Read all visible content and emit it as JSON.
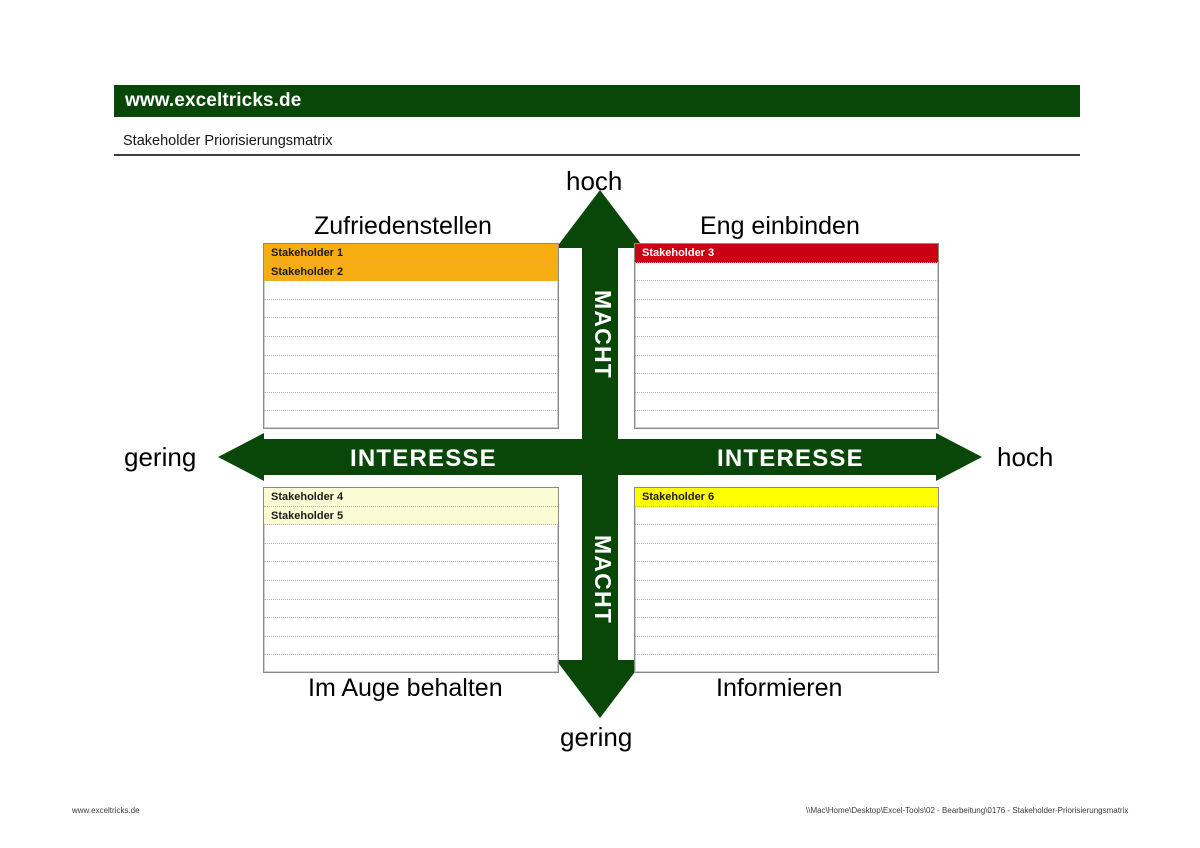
{
  "header": {
    "site": "www.exceltricks.de",
    "subtitle": "Stakeholder Priorisierungsmatrix",
    "bar_color": "#084708"
  },
  "axes": {
    "vertical_label": "MACHT",
    "horizontal_label": "INTERESSE",
    "top_end": "hoch",
    "bottom_end": "gering",
    "left_end": "gering",
    "right_end": "hoch",
    "arrow_color": "#084708"
  },
  "quadrants": [
    {
      "id": "top-left",
      "title": "Zufriedenstellen",
      "power": "hoch",
      "interest": "gering",
      "fill_color": "#f5ad11",
      "rows": [
        "Stakeholder 1",
        "Stakeholder 2",
        "",
        "",
        "",
        "",
        "",
        "",
        "",
        ""
      ],
      "filled_count": 2
    },
    {
      "id": "top-right",
      "title": "Eng einbinden",
      "power": "hoch",
      "interest": "hoch",
      "fill_color": "#c80012",
      "rows": [
        "Stakeholder 3",
        "",
        "",
        "",
        "",
        "",
        "",
        "",
        "",
        ""
      ],
      "filled_count": 1
    },
    {
      "id": "bottom-left",
      "title": "Im Auge behalten",
      "power": "gering",
      "interest": "gering",
      "fill_color": "#fbfbd4",
      "rows": [
        "Stakeholder 4",
        "Stakeholder 5",
        "",
        "",
        "",
        "",
        "",
        "",
        "",
        ""
      ],
      "filled_count": 2
    },
    {
      "id": "bottom-right",
      "title": "Informieren",
      "power": "gering",
      "interest": "hoch",
      "fill_color": "#ffff00",
      "rows": [
        "Stakeholder 6",
        "",
        "",
        "",
        "",
        "",
        "",
        "",
        "",
        ""
      ],
      "filled_count": 1
    }
  ],
  "footer": {
    "left": "www.exceltricks.de",
    "right": "\\\\Mac\\Home\\Desktop\\Excel-Tools\\02 - Bearbeitung\\0176 - Stakeholder-Priorisierungsmatrix"
  }
}
